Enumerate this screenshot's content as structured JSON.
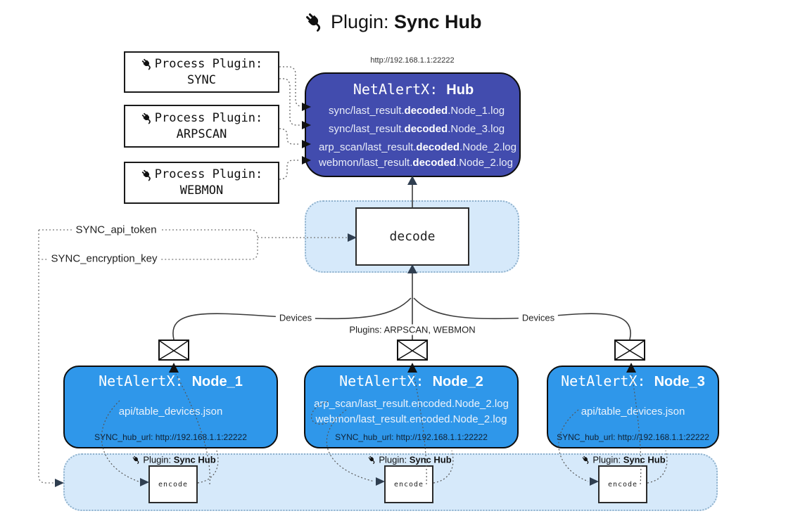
{
  "colors": {
    "hub_fill": "#424CAE",
    "node_fill": "#2F97EA",
    "panel_fill": "#D6E9FA",
    "panel_border": "#8FB1CC"
  },
  "title": {
    "prefix": "Plugin: ",
    "name": "Sync Hub"
  },
  "process_plugins": [
    {
      "label": "Process Plugin:",
      "name": "SYNC"
    },
    {
      "label": "Process Plugin:",
      "name": "ARPSCAN"
    },
    {
      "label": "Process Plugin:",
      "name": "WEBMON"
    }
  ],
  "hub": {
    "url": "http://192.168.1.1:22222",
    "title_prefix": "NetAlertX: ",
    "title_name": "Hub",
    "files": [
      {
        "pre": "sync/last_result.",
        "bold": "decoded",
        "post": ".Node_1.log"
      },
      {
        "pre": "sync/last_result.",
        "bold": "decoded",
        "post": ".Node_3.log"
      },
      {
        "pre": "arp_scan/last_result.",
        "bold": "decoded",
        "post": ".Node_2.log"
      },
      {
        "pre": "webmon/last_result.",
        "bold": "decoded",
        "post": ".Node_2.log"
      }
    ]
  },
  "decode_label": "decode",
  "keys": {
    "api_token": "SYNC_api_token",
    "encryption_key": "SYNC_encryption_key"
  },
  "edge_labels": {
    "devices_left": "Devices",
    "plugins_center": "Plugins: ARPSCAN, WEBMON",
    "devices_right": "Devices"
  },
  "nodes": [
    {
      "title_prefix": "NetAlertX: ",
      "title_name": "Node_1",
      "files": [
        "api/table_devices.json"
      ],
      "hub_url": "SYNC_hub_url: http://192.168.1.1:22222"
    },
    {
      "title_prefix": "NetAlertX: ",
      "title_name": "Node_2",
      "files": [
        "arp_scan/last_result.encoded.Node_2.log",
        "webmon/last_result.encoded.Node_2.log"
      ],
      "hub_url": "SYNC_hub_url: http://192.168.1.1:22222"
    },
    {
      "title_prefix": "NetAlertX: ",
      "title_name": "Node_3",
      "files": [
        "api/table_devices.json"
      ],
      "hub_url": "SYNC_hub_url: http://192.168.1.1:22222"
    }
  ],
  "encoders": [
    {
      "label_prefix": "Plugin: ",
      "label_name": "Sync Hub",
      "box_label": "encode"
    },
    {
      "label_prefix": "Plugin: ",
      "label_name": "Sync Hub",
      "box_label": "encode"
    },
    {
      "label_prefix": "Plugin: ",
      "label_name": "Sync Hub",
      "box_label": "encode"
    }
  ]
}
